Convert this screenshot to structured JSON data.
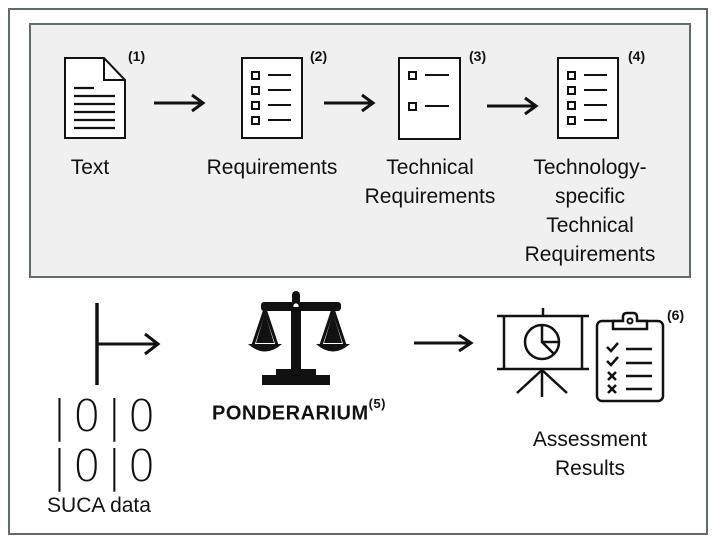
{
  "pipeline": {
    "steps": [
      {
        "number": "(1)",
        "label": "Text",
        "icon": "document-icon"
      },
      {
        "number": "(2)",
        "label": "Requirements",
        "icon": "checklist-icon"
      },
      {
        "number": "(3)",
        "label": "Technical Requirements",
        "label_lines": [
          "Technical",
          "Requirements"
        ],
        "icon": "short-checklist-icon"
      },
      {
        "number": "(4)",
        "label": "Technology-specific Technical Requirements",
        "label_lines": [
          "Technology-",
          "specific",
          "Technical",
          "Requirements"
        ],
        "icon": "checklist-icon"
      }
    ]
  },
  "assessment": {
    "input": {
      "label": "SUCA data",
      "binary_lines": [
        "|0|0",
        "|0|0"
      ],
      "icon": "binary-data-icon"
    },
    "engine": {
      "name": "PONDERARIUM",
      "number": "(5)",
      "icon": "scales-icon"
    },
    "output": {
      "number": "(6)",
      "label_lines": [
        "Assessment",
        "Results"
      ],
      "icons": [
        "presentation-chart-icon",
        "clipboard-checklist-icon"
      ]
    }
  }
}
